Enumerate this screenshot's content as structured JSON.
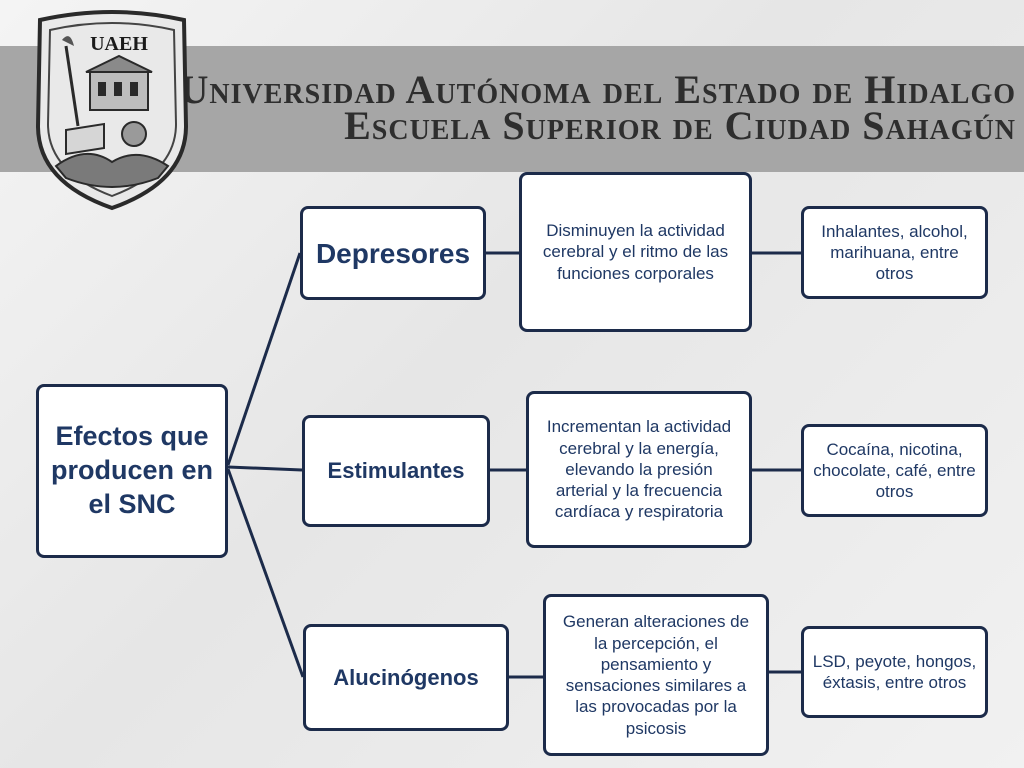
{
  "header": {
    "university": "Universidad Autónoma del Estado de Hidalgo",
    "school": "Escuela Superior de Ciudad Sahagún",
    "logo_text": "UAEH",
    "logo_icon": "uaeh-shield-logo"
  },
  "diagram": {
    "root": "Efectos que producen en el SNC",
    "branches": [
      {
        "category": "Depresores",
        "description": "Disminuyen la actividad cerebral y el ritmo de las funciones corporales",
        "examples": "Inhalantes, alcohol, marihuana,  entre otros"
      },
      {
        "category": "Estimulantes",
        "description": "Incrementan la actividad cerebral y la energía, elevando la presión arterial y la frecuencia cardíaca y respiratoria",
        "examples": "Cocaína, nicotina, chocolate, café, entre otros"
      },
      {
        "category": "Alucinógenos",
        "description": "Generan  alteraciones de la percepción, el pensamiento y sensaciones similares a las provocadas por la psicosis",
        "examples": "LSD, peyote, hongos, éxtasis, entre otros"
      }
    ],
    "colors": {
      "border": "#1c2b4a",
      "text": "#1f3864",
      "banner": "#a6a6a6"
    }
  }
}
